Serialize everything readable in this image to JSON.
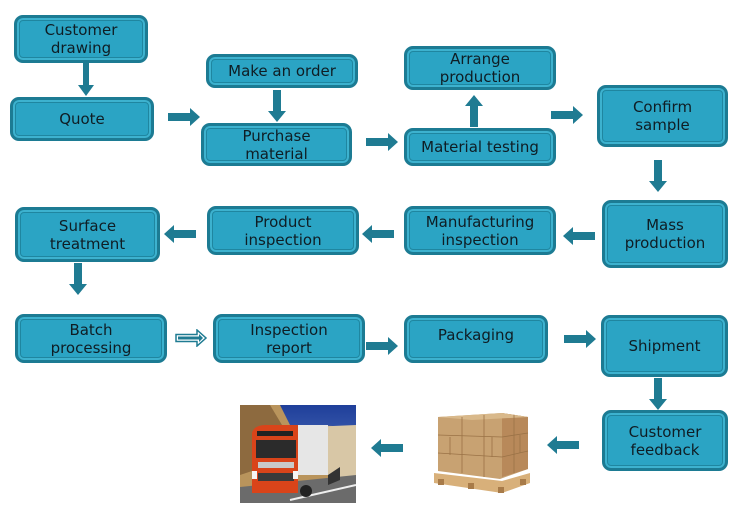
{
  "diagram": {
    "title": "",
    "colors": {
      "box_fill": "#2ba4c4",
      "box_border": "#1c7b93",
      "arrow": "#1f7b92",
      "text": "#0f1d24"
    },
    "nodes": [
      {
        "id": "customer-drawing",
        "label": "Customer\ndrawing"
      },
      {
        "id": "quote",
        "label": "Quote"
      },
      {
        "id": "make-an-order",
        "label": "Make an order"
      },
      {
        "id": "purchase-material",
        "label": "Purchase\nmaterial"
      },
      {
        "id": "arrange-production",
        "label": "Arrange\nproduction"
      },
      {
        "id": "material-testing",
        "label": "Material testing"
      },
      {
        "id": "confirm-sample",
        "label": "Confirm\nsample"
      },
      {
        "id": "mass-production",
        "label": "Mass\nproduction"
      },
      {
        "id": "manufacturing-inspection",
        "label": "Manufacturing\ninspection"
      },
      {
        "id": "product-inspection",
        "label": "Product\ninspection"
      },
      {
        "id": "surface-treatment",
        "label": "Surface\ntreatment"
      },
      {
        "id": "batch-processing",
        "label": "Batch\nprocessing"
      },
      {
        "id": "inspection-report",
        "label": "Inspection\nreport"
      },
      {
        "id": "packaging",
        "label": "Packaging"
      },
      {
        "id": "shipment",
        "label": "Shipment"
      },
      {
        "id": "customer-feedback",
        "label": "Customer\nfeedback"
      }
    ],
    "edges": [
      {
        "from": "customer-drawing",
        "to": "quote",
        "direction": "down"
      },
      {
        "from": "quote",
        "to": "purchase-material",
        "direction": "right"
      },
      {
        "from": "make-an-order",
        "to": "purchase-material",
        "direction": "down"
      },
      {
        "from": "purchase-material",
        "to": "material-testing",
        "direction": "right"
      },
      {
        "from": "material-testing",
        "to": "arrange-production",
        "direction": "up"
      },
      {
        "from": "material-testing",
        "to": "confirm-sample",
        "direction": "right"
      },
      {
        "from": "confirm-sample",
        "to": "mass-production",
        "direction": "down"
      },
      {
        "from": "mass-production",
        "to": "manufacturing-inspection",
        "direction": "left"
      },
      {
        "from": "manufacturing-inspection",
        "to": "product-inspection",
        "direction": "left"
      },
      {
        "from": "product-inspection",
        "to": "surface-treatment",
        "direction": "left"
      },
      {
        "from": "surface-treatment",
        "to": "batch-processing",
        "direction": "down"
      },
      {
        "from": "batch-processing",
        "to": "inspection-report",
        "direction": "right",
        "style": "outline"
      },
      {
        "from": "inspection-report",
        "to": "packaging",
        "direction": "right"
      },
      {
        "from": "packaging",
        "to": "shipment",
        "direction": "right"
      },
      {
        "from": "shipment",
        "to": "customer-feedback",
        "direction": "down"
      },
      {
        "from": "customer-feedback",
        "to": "pallet-image",
        "direction": "left"
      },
      {
        "from": "pallet-image",
        "to": "truck-image",
        "direction": "left"
      }
    ],
    "images": [
      {
        "id": "truck-image",
        "description": "orange truck on a desert road"
      },
      {
        "id": "pallet-image",
        "description": "cardboard boxes stacked on a wooden pallet"
      }
    ]
  }
}
